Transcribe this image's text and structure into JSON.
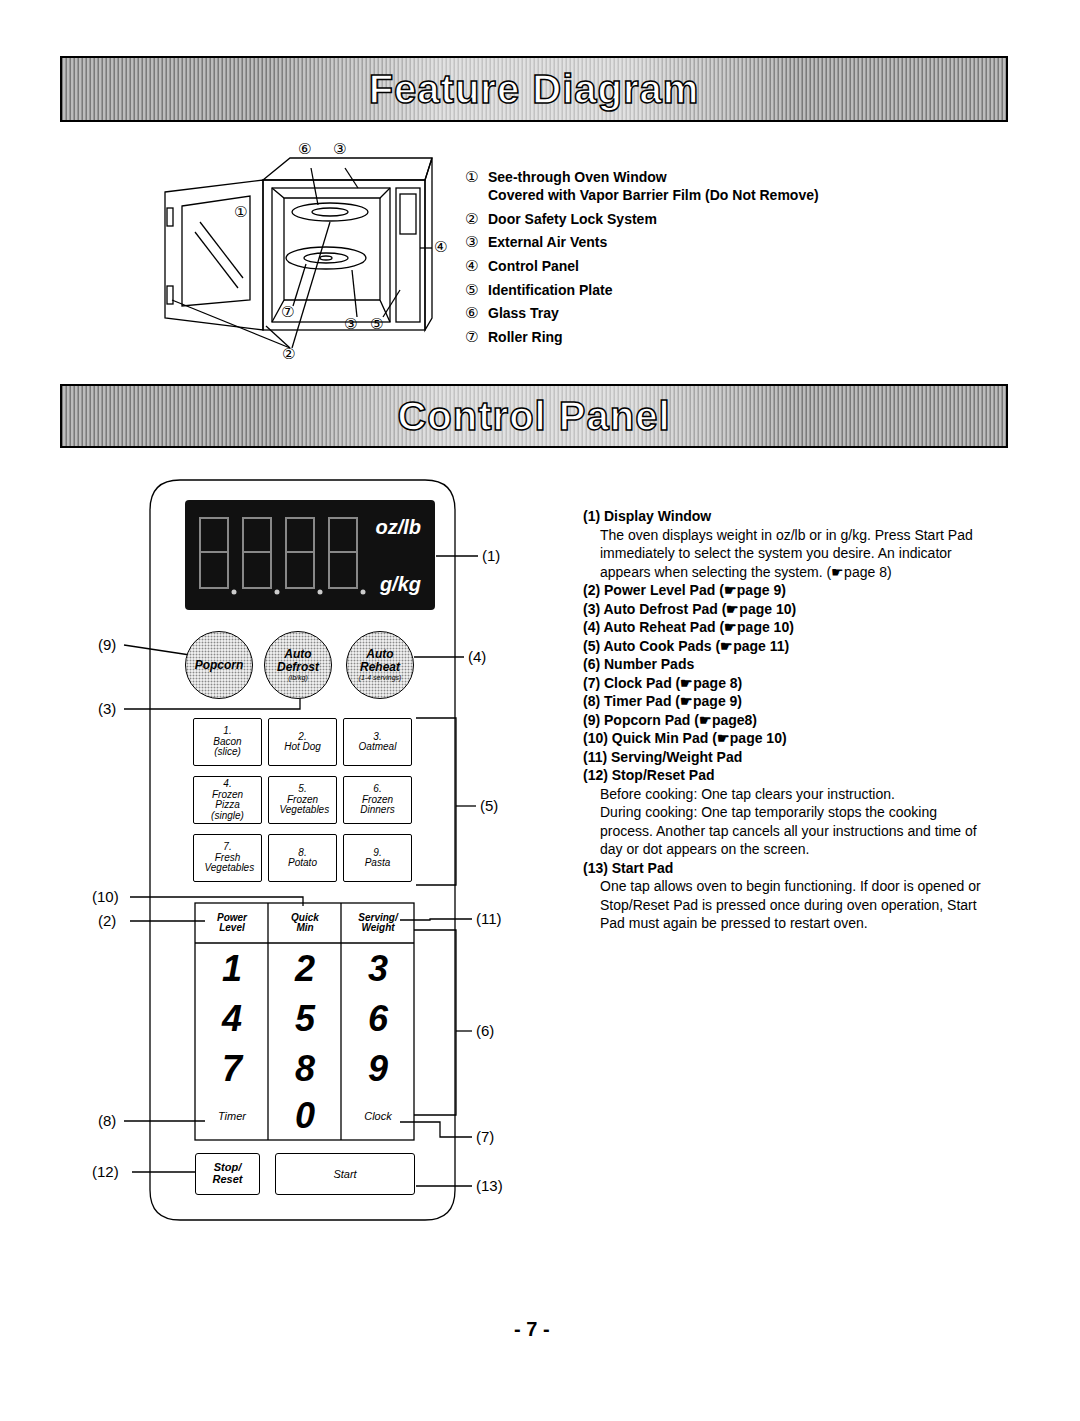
{
  "diagram": {
    "nodes": [
      {
        "text": [
          "Feature Diagram"
        ]
      },
      {
        "text": [
          "Control Panel"
        ]
      },
      {
        "text": [
          "oz/lb",
          "g/kg"
        ]
      },
      {
        "text": [
          "Popcorn"
        ]
      },
      {
        "text": [
          "Auto Defrost",
          "(lb/kg)"
        ]
      },
      {
        "text": [
          "Auto Reheat",
          "(1-4 servings)"
        ]
      },
      {
        "text": [
          "1.",
          "Bacon (slice)"
        ]
      },
      {
        "text": [
          "2.",
          "Hot Dog"
        ]
      },
      {
        "text": [
          "3.",
          "Oatmeal"
        ]
      },
      {
        "text": [
          "4.",
          "Frozen Pizza (single)"
        ]
      },
      {
        "text": [
          "5.",
          "Frozen Vegetables"
        ]
      },
      {
        "text": [
          "6.",
          "Frozen Dinners"
        ]
      },
      {
        "text": [
          "7.",
          "Fresh Vegetables"
        ]
      },
      {
        "text": [
          "8.",
          "Potato"
        ]
      },
      {
        "text": [
          "9.",
          "Pasta"
        ]
      },
      {
        "text": [
          "Power Level"
        ]
      },
      {
        "text": [
          "Quick Min"
        ]
      },
      {
        "text": [
          "Serving/ Weight"
        ]
      },
      {
        "text": [
          "1"
        ]
      },
      {
        "text": [
          "2"
        ]
      },
      {
        "text": [
          "3"
        ]
      },
      {
        "text": [
          "4"
        ]
      },
      {
        "text": [
          "5"
        ]
      },
      {
        "text": [
          "6"
        ]
      },
      {
        "text": [
          "7"
        ]
      },
      {
        "text": [
          "8"
        ]
      },
      {
        "text": [
          "9"
        ]
      },
      {
        "text": [
          "Timer"
        ]
      },
      {
        "text": [
          "0"
        ]
      },
      {
        "text": [
          "Clock"
        ]
      },
      {
        "text": [
          "Stop/ Reset"
        ]
      },
      {
        "text": [
          "Start"
        ]
      }
    ],
    "labels": [
      "⑥",
      "③",
      "①",
      "④",
      "⑦",
      "③",
      "⑤",
      "②",
      "①",
      "See-through Oven Window",
      "Covered with Vapor Barrier Film (Do Not Remove)",
      "②",
      "Door Safety Lock System",
      "③",
      "External Air Vents",
      "④",
      "Control Panel",
      "⑤",
      "Identification Plate",
      "⑥",
      "Glass Tray",
      "⑦",
      "Roller Ring",
      "(1)",
      "(9)",
      "(4)",
      "(3)",
      "(5)",
      "(10)",
      "(2)",
      "(11)",
      "(6)",
      "(8)",
      "(7)",
      "(12)",
      "(13)",
      "(1) Display Window",
      "The oven displays weight in oz/lb or in g/kg. Press Start Pad immediately to select the system you desire. An indicator appears when selecting the system. (☛page 8)",
      "(2) Power Level Pad (☛page 9)",
      "(3) Auto Defrost Pad (☛page 10)",
      "(4) Auto Reheat Pad (☛page 10)",
      "(5) Auto Cook Pads (☛page 11)",
      "(6) Number Pads",
      "(7) Clock Pad (☛page 8)",
      "(8) Timer Pad (☛page 9)",
      "(9) Popcorn Pad (☛page8)",
      "(10) Quick Min Pad (☛page 10)",
      "(11) Serving/Weight Pad",
      "(12) Stop/Reset Pad",
      "Before cooking: One tap clears your instruction.",
      "During cooking: One tap temporarily stops the cooking process. Another tap cancels all your instructions and time of day or dot appears on the screen.",
      "(13) Start Pad",
      "One tap allows oven to begin functioning. If door is opened or Stop/Reset Pad is pressed once during oven operation, Start Pad must again be pressed to restart oven.",
      "- 7 -"
    ]
  }
}
